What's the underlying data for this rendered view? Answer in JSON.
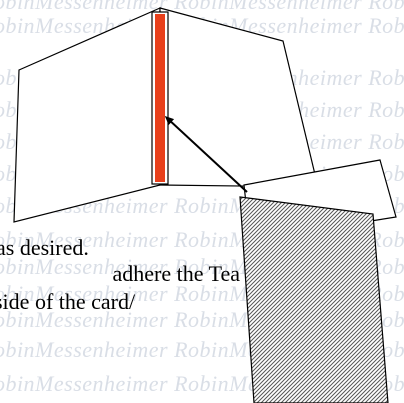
{
  "watermark": {
    "text": "RobinMessenheimer RobinMessenheimer RobinMessenheimer",
    "color": "#d9dee6"
  },
  "text_lines": [
    "as desired.",
    "adhere the Tea",
    "side of the card/"
  ],
  "colors": {
    "spine_strip": "#e8401c",
    "outline": "#000000",
    "hatch": "#555555"
  }
}
